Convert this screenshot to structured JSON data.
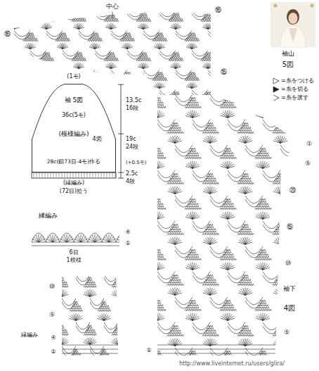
{
  "diagram": {
    "nodes": [
      {
        "text": [
          "袖 5図",
          "(模様編み)"
        ]
      }
    ],
    "labels": [
      "中心",
      "袖山",
      "5図",
      "(1モ)",
      "36c(5モ)",
      "4図",
      "28c(鎖73目-4モ)作る",
      "(+0.5モ)",
      "(縁編み)",
      "(72目)拾う",
      "13.5c",
      "16段",
      "19c",
      "24段",
      "2.5c",
      "4段",
      "縁編み",
      "6目",
      "1模様",
      "袖下",
      "4図",
      "縁編み",
      "http://www.liveinternet.ru/users/glira/",
      "⑯",
      "⑯",
      "⑮",
      "①",
      "⑤",
      "⑳",
      "⑮",
      "⑩",
      "⑤",
      "⑩",
      "⑤",
      "④",
      "①",
      "④",
      "①",
      "①"
    ],
    "legend": [
      {
        "text": "=糸をつける"
      },
      {
        "text": "=糸を切る"
      },
      {
        "text": "=糸を渡す"
      }
    ]
  }
}
